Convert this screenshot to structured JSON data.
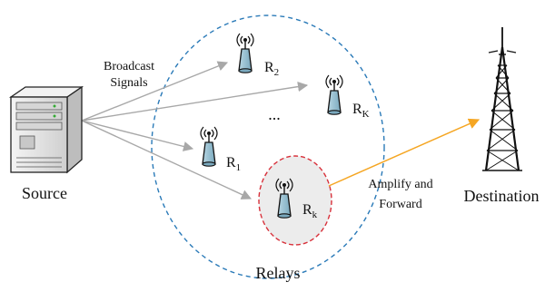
{
  "labels": {
    "source": "Source",
    "broadcast_line1": "Broadcast",
    "broadcast_line2": "Signals",
    "relays": "Relays",
    "ellipsis": "...",
    "amplify_line1": "Amplify and",
    "amplify_line2": "Forward",
    "destination": "Destination"
  },
  "relay_nodes": [
    {
      "id": "R2",
      "base": "R",
      "sub": "2"
    },
    {
      "id": "RK",
      "base": "R",
      "sub": "K"
    },
    {
      "id": "R1",
      "base": "R",
      "sub": "1"
    },
    {
      "id": "Rk",
      "base": "R",
      "sub": "k"
    }
  ],
  "colors": {
    "relay_cluster_border": "#2a7ab8",
    "selected_relay_border": "#d8303a",
    "selected_relay_fill": "#ececec",
    "broadcast_arrow": "#a8a8a8",
    "forward_arrow": "#f5a623",
    "antenna_body": "#8fb9cc",
    "tower": "#111111",
    "server_body": "#e3e3e3"
  },
  "icons": [
    "server-icon",
    "antenna-icon",
    "transmission-tower-icon"
  ]
}
